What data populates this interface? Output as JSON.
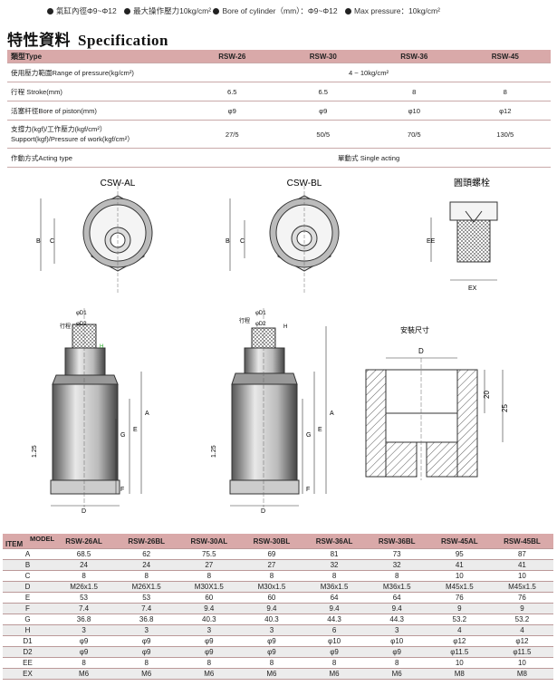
{
  "header": {
    "features": [
      "氣缸內徑Φ9~Φ12",
      "最大操作壓力10kg/cm²",
      "Bore of cylinder（mm）：Φ9~Φ12",
      "Max pressure：10kg/cm²"
    ],
    "title_cn": "特性資料",
    "title_en": "Specification"
  },
  "spec_table": {
    "header": [
      "類型Type",
      "RSW-26",
      "RSW-30",
      "RSW-36",
      "RSW-45"
    ],
    "rows": [
      {
        "label": "使用壓力範圍Range of pressure(kg/cm²)",
        "merged": "4 ~ 10kg/cm²"
      },
      {
        "label": "行程 Stroke(mm)",
        "values": [
          "6.5",
          "6.5",
          "8",
          "8"
        ]
      },
      {
        "label": "活塞杆徑Bore of piston(mm)",
        "values": [
          "φ9",
          "φ9",
          "φ10",
          "φ12"
        ]
      },
      {
        "label": "支撐力(kgf)/工作壓力(kgf/cm²）",
        "label2": "Support(kgf)/Pressure of work(kgf/cm²）",
        "values": [
          "27/5",
          "50/5",
          "70/5",
          "130/5"
        ]
      },
      {
        "label": "作動方式Acting type",
        "merged": "單動式 Single acting"
      }
    ]
  },
  "drawings": {
    "csw_al": "CSW-AL",
    "csw_bl": "CSW-BL",
    "bolt": "圓頭螺栓",
    "install": "安裝尺寸",
    "dim_labels": {
      "B": "B",
      "C": "C",
      "EE": "EE",
      "EX": "EX",
      "D1": "φD1",
      "D2": "φD2",
      "stroke": "行程",
      "H": "H",
      "A": "A",
      "E": "E",
      "G": "G",
      "F": "F",
      "D": "D",
      "d125": "1.25",
      "d20": "20",
      "d25": "25"
    }
  },
  "items_table": {
    "item_label": "ITEM",
    "model_label": "MODEL",
    "models": [
      "RSW-26AL",
      "RSW-26BL",
      "RSW-30AL",
      "RSW-30BL",
      "RSW-36AL",
      "RSW-36BL",
      "RSW-45AL",
      "RSW-45BL"
    ],
    "rows": [
      {
        "item": "A",
        "values": [
          "68.5",
          "62",
          "75.5",
          "69",
          "81",
          "73",
          "95",
          "87"
        ]
      },
      {
        "item": "B",
        "values": [
          "24",
          "24",
          "27",
          "27",
          "32",
          "32",
          "41",
          "41"
        ]
      },
      {
        "item": "C",
        "values": [
          "8",
          "8",
          "8",
          "8",
          "8",
          "8",
          "10",
          "10"
        ]
      },
      {
        "item": "D",
        "values": [
          "M26x1.5",
          "M26X1.5",
          "M30X1.5",
          "M30x1.5",
          "M36x1.5",
          "M36x1.5",
          "M45x1.5",
          "M45x1.5"
        ]
      },
      {
        "item": "E",
        "values": [
          "53",
          "53",
          "60",
          "60",
          "64",
          "64",
          "76",
          "76"
        ]
      },
      {
        "item": "F",
        "values": [
          "7.4",
          "7.4",
          "9.4",
          "9.4",
          "9.4",
          "9.4",
          "9",
          "9"
        ]
      },
      {
        "item": "G",
        "values": [
          "36.8",
          "36.8",
          "40.3",
          "40.3",
          "44.3",
          "44.3",
          "53.2",
          "53.2"
        ]
      },
      {
        "item": "H",
        "values": [
          "3",
          "3",
          "3",
          "3",
          "6",
          "3",
          "4",
          "4"
        ]
      },
      {
        "item": "D1",
        "values": [
          "φ9",
          "φ9",
          "φ9",
          "φ9",
          "φ10",
          "φ10",
          "φ12",
          "φ12"
        ]
      },
      {
        "item": "D2",
        "values": [
          "φ9",
          "φ9",
          "φ9",
          "φ9",
          "φ9",
          "φ9",
          "φ11.5",
          "φ11.5"
        ]
      },
      {
        "item": "EE",
        "values": [
          "8",
          "8",
          "8",
          "8",
          "8",
          "8",
          "10",
          "10"
        ]
      },
      {
        "item": "EX",
        "values": [
          "M6",
          "M6",
          "M6",
          "M6",
          "M6",
          "M6",
          "M8",
          "M8"
        ]
      }
    ]
  }
}
